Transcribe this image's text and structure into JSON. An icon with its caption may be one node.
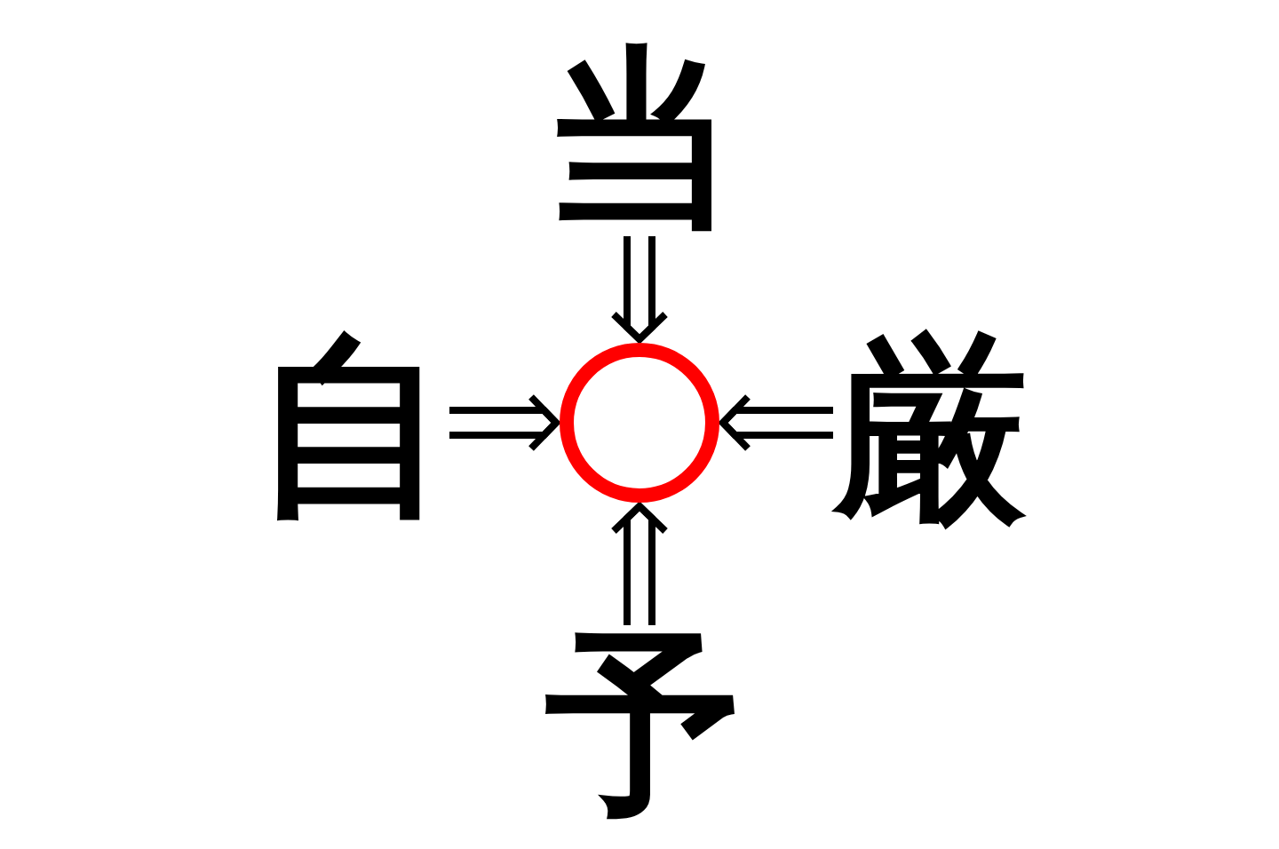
{
  "diagram": {
    "nodes": [
      {
        "text": [
          "当"
        ]
      },
      {
        "text": [
          "自"
        ]
      },
      {
        "text": [],
        "shape": "circle"
      },
      {
        "text": [
          "厳"
        ]
      },
      {
        "text": [
          "予"
        ]
      }
    ],
    "edges": [
      {
        "from": 0,
        "to": 2,
        "arrow": "to"
      },
      {
        "from": 1,
        "to": 2,
        "arrow": "to"
      },
      {
        "from": 3,
        "to": 2,
        "arrow": "to"
      },
      {
        "from": 4,
        "to": 2,
        "arrow": "to"
      }
    ]
  }
}
